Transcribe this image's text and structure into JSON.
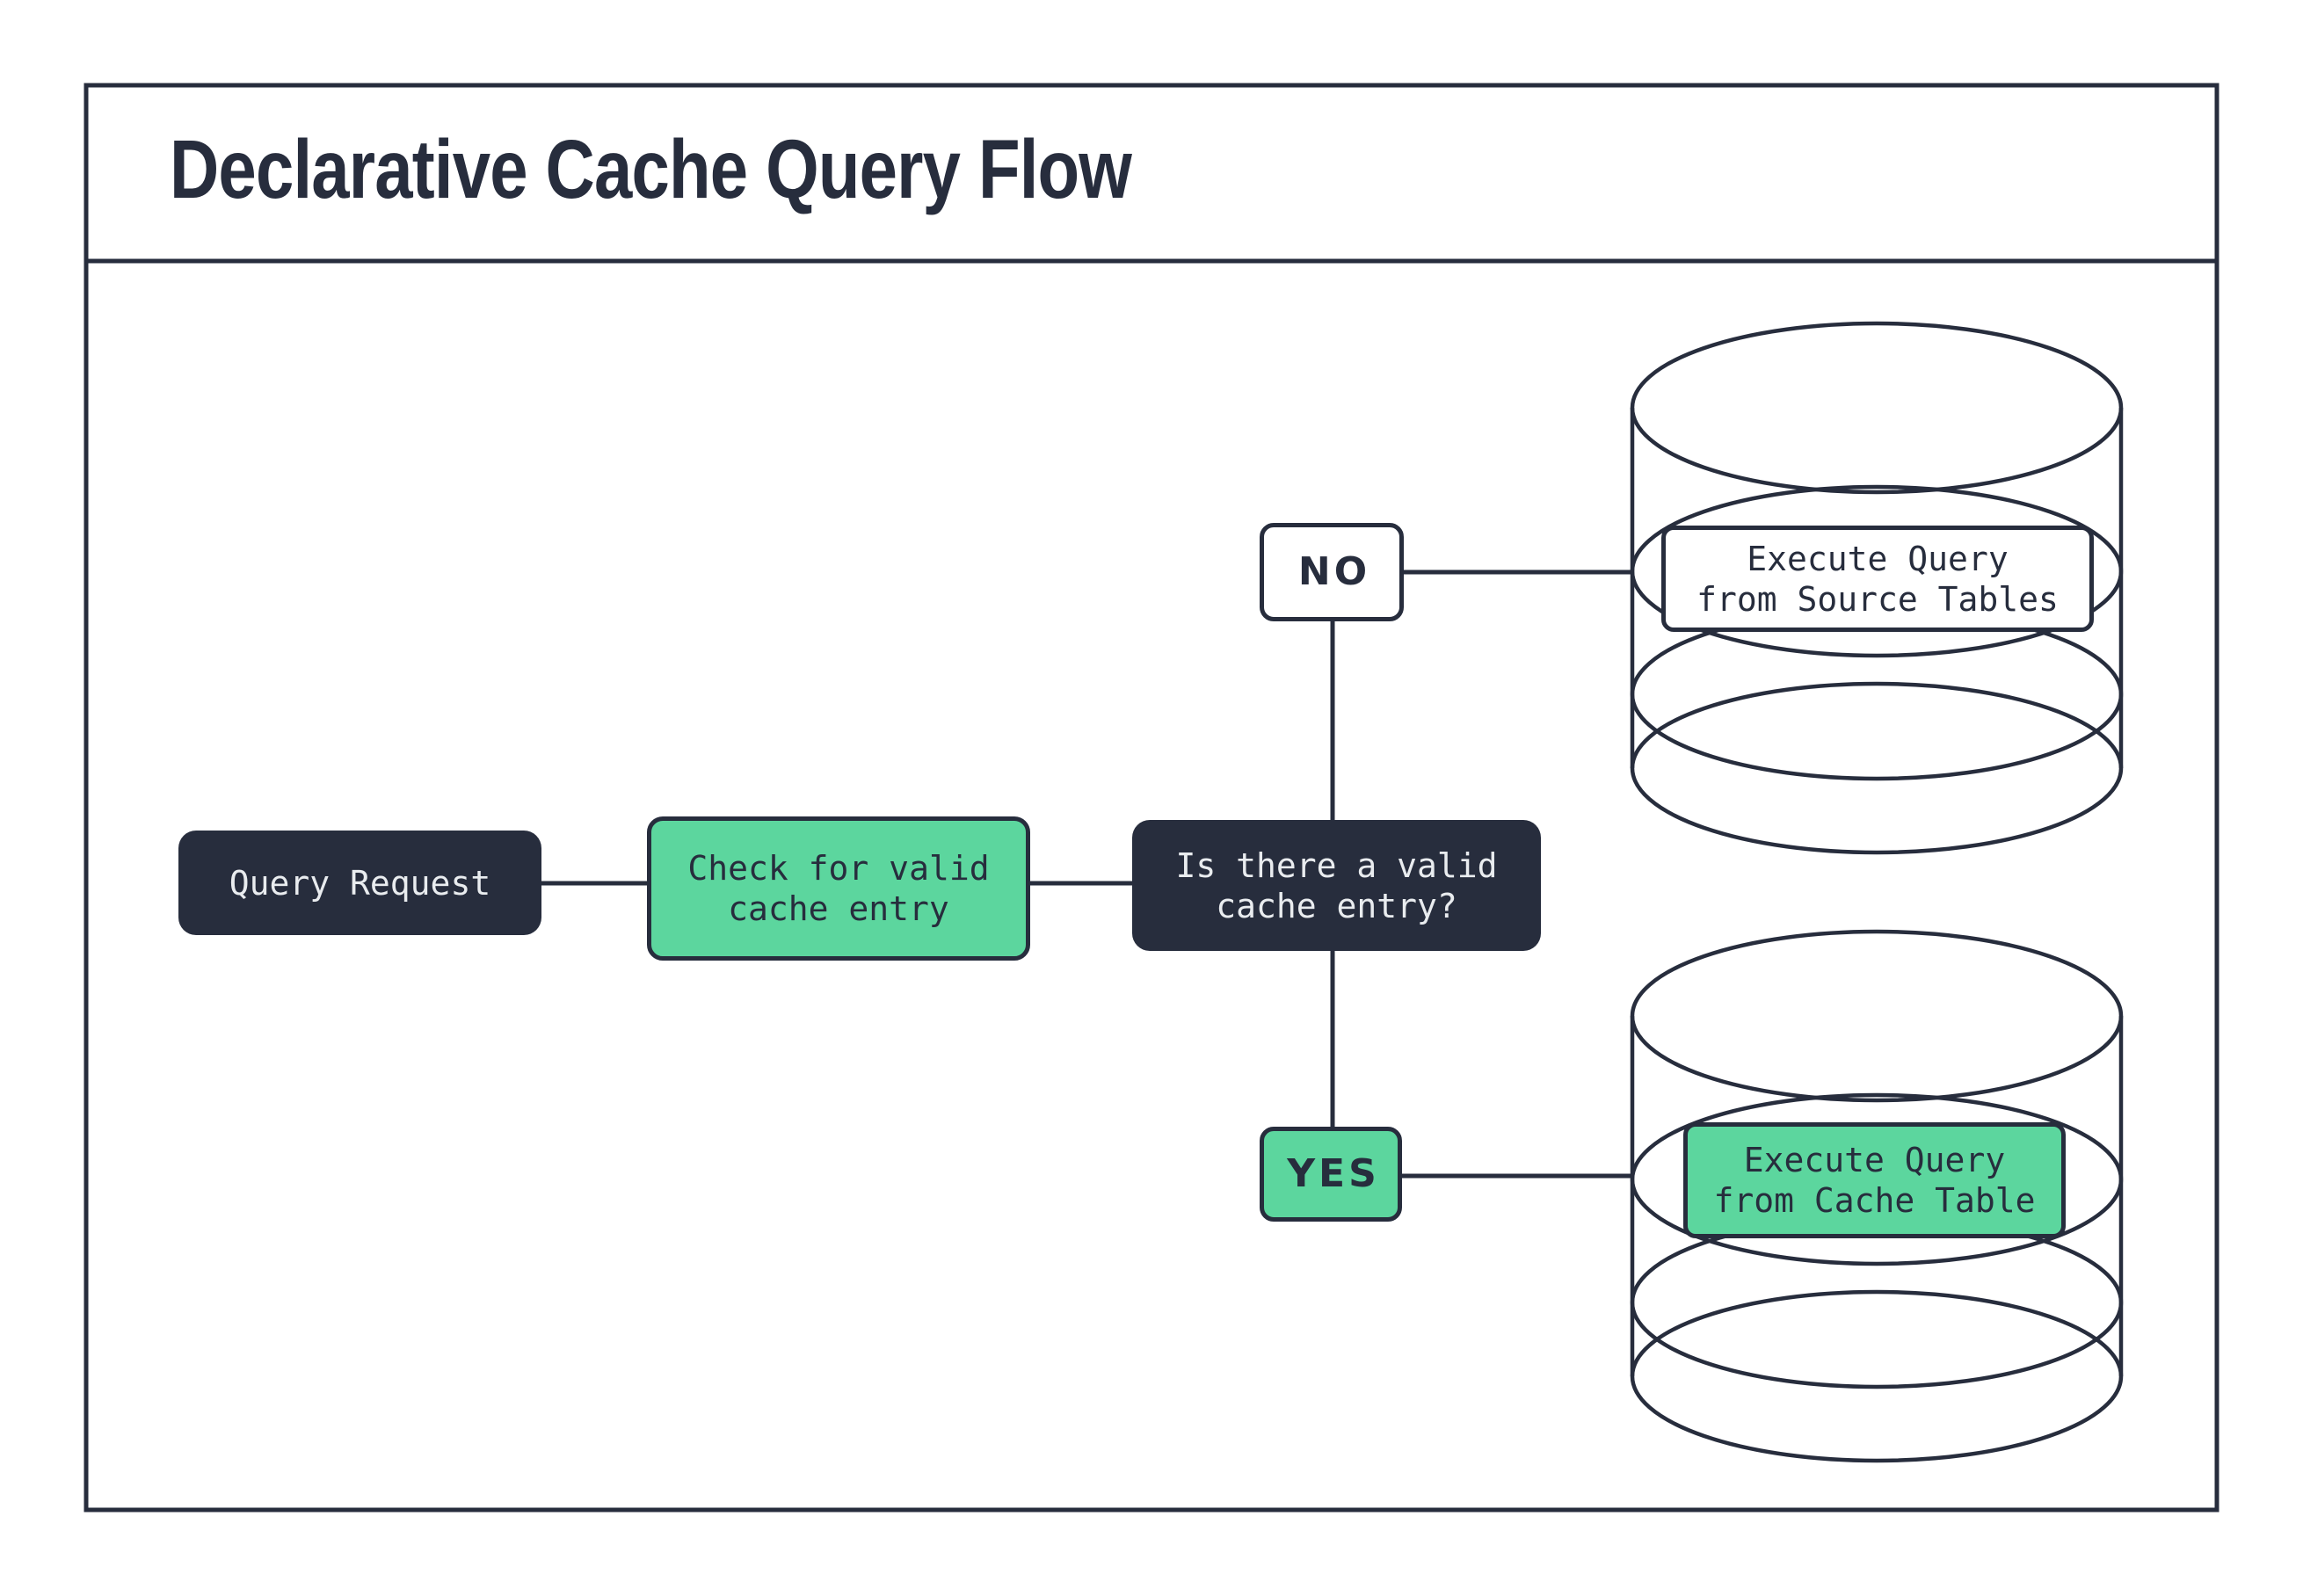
{
  "title": "Declarative Cache Query Flow",
  "colors": {
    "ink": "#272d3d",
    "green": "#5cd69e",
    "paper": "#ffffff",
    "light_text": "#e9ecef"
  },
  "nodes": {
    "query_request": {
      "label": "Query Request"
    },
    "check_cache": {
      "label": "Check for valid\ncache entry"
    },
    "is_valid": {
      "label": "Is there a valid\ncache entry?"
    },
    "branch_no": {
      "label": "NO"
    },
    "branch_yes": {
      "label": "YES"
    },
    "source_db": {
      "label": "Execute Query\nfrom Source Tables"
    },
    "cache_db": {
      "label": "Execute Query\nfrom Cache Table"
    }
  }
}
